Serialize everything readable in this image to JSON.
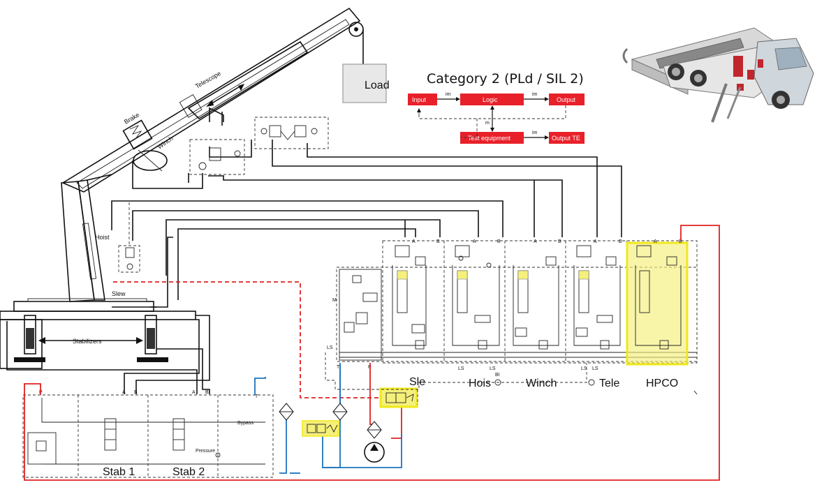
{
  "title": "Category 2 (PLd / SIL 2)",
  "safety_blocks": {
    "input": "Input",
    "logic": "Logic",
    "output": "Output",
    "test_equipment": "Test equipment",
    "output_te": "Output TE",
    "signal_i": "im",
    "signal_m": "m"
  },
  "crane": {
    "load": "Load",
    "telescope": "Telescope",
    "brake": "Brake",
    "winch": "Winch",
    "hoist": "Hoist",
    "slew": "Slew",
    "stabilizers": "Stabilizers"
  },
  "valve_sections": {
    "sle": "Sle",
    "hoist": "Hois",
    "winch": "Winch",
    "tele": "Tele",
    "hpco": "HPCO"
  },
  "port_labels": {
    "a": "A",
    "b": "B",
    "p": "P",
    "t": "T",
    "m": "M",
    "ls": "LS",
    "bi": "BI",
    "bypass": "Bypass",
    "pressure": "Pressure"
  },
  "stab_valves": {
    "stab1": "Stab 1",
    "stab2": "Stab 2"
  },
  "colors": {
    "highlight": "#f5f07a",
    "highlight_border": "#f0e81a",
    "pressure_line": "#e02020",
    "return_line": "#1e73be",
    "block_red": "#e8202a"
  }
}
